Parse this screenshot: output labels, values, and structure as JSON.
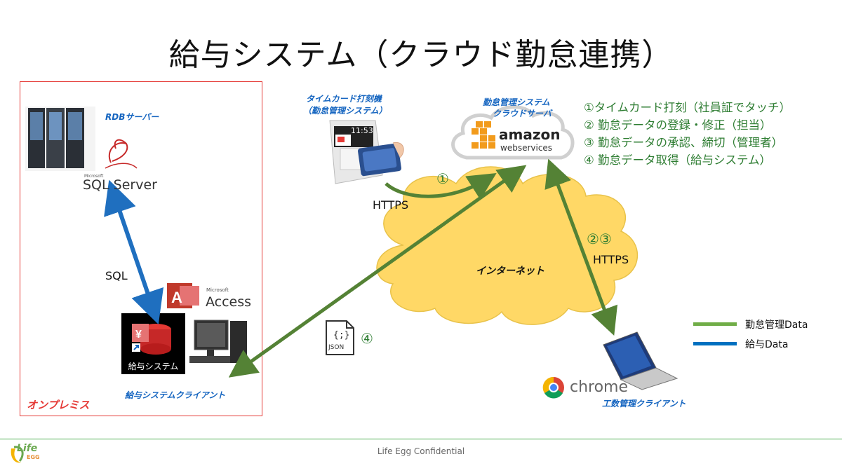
{
  "title": "給与システム（クラウド勤怠連携）",
  "onprem": {
    "label": "オンプレミス",
    "rdb_label": "RDBサーバー",
    "sqlserver_small": "Microsoft",
    "sqlserver_text": "SQL Server",
    "sql_label": "SQL",
    "access_small": "Microsoft",
    "access_text": "Access",
    "app_tile_label": "給与システム",
    "client_label": "給与システムクライアント"
  },
  "timecard": {
    "label_line1": "タイムカード打刻機",
    "label_line2": "（勤怠管理システム）",
    "clock_display": "11:53",
    "https_label": "HTTPS",
    "step_label": "①"
  },
  "cloud": {
    "label_line1": "勤怠管理システム",
    "label_line2": "クラウドサーバ",
    "amazon_text": "amazon",
    "webservices_text": "webservices"
  },
  "internet": {
    "label": "インターネット"
  },
  "attendance_client": {
    "chrome_text": "chrome",
    "label": "工数管理クライアント",
    "step_label": "②③",
    "https_label": "HTTPS"
  },
  "json_exchange": {
    "icon_text": "JSON",
    "step_label": "④"
  },
  "notes": [
    "①タイムカード打刻（社員証でタッチ）",
    "② 勤怠データの登録・修正（担当）",
    "③ 勤怠データの承認、締切（管理者）",
    "④ 勤怠データ取得（給与システム）"
  ],
  "legend": [
    {
      "label": "勤怠管理Data",
      "color": "#70ad47"
    },
    {
      "label": "給与Data",
      "color": "#0070c0"
    }
  ],
  "colors": {
    "green_arrow": "#548235",
    "blue_arrow": "#1f6fbf",
    "cloud_fill": "#ffd866",
    "onprem_border": "#e53935"
  },
  "footer": {
    "text": "Life Egg Confidential",
    "logo_text": "Life",
    "logo_sub": "EGG"
  }
}
